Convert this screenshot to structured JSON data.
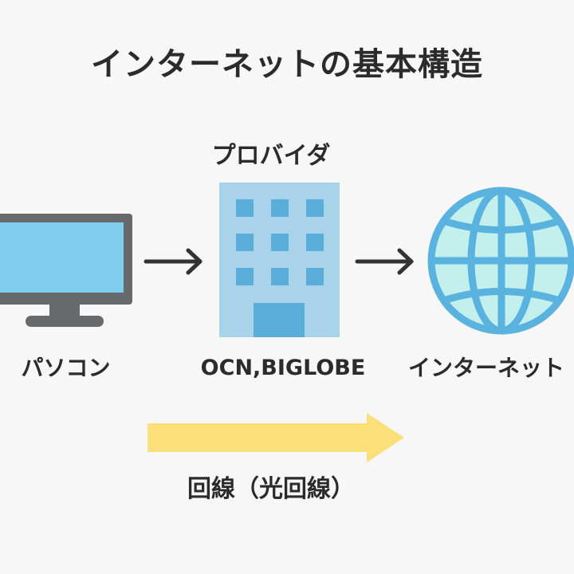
{
  "title": "インターネットの基本構造",
  "nodes": {
    "pc": {
      "label": "パソコン",
      "icon": "monitor-icon"
    },
    "isp": {
      "title": "プロバイダ",
      "label": "OCN,BIGLOBE",
      "icon": "building-icon"
    },
    "internet": {
      "label": "インターネット",
      "icon": "globe-icon"
    }
  },
  "line": {
    "label": "回線（光回線）"
  },
  "colors": {
    "monitor_frame": "#666a6d",
    "monitor_screen": "#7fcdee",
    "building": "#a9d3ea",
    "windows": "#5aaed9",
    "globe_stroke": "#5ab2df",
    "globe_fill": "#c3f0ec",
    "arrow": "#333333",
    "line_arrow": "#fbe07a"
  }
}
